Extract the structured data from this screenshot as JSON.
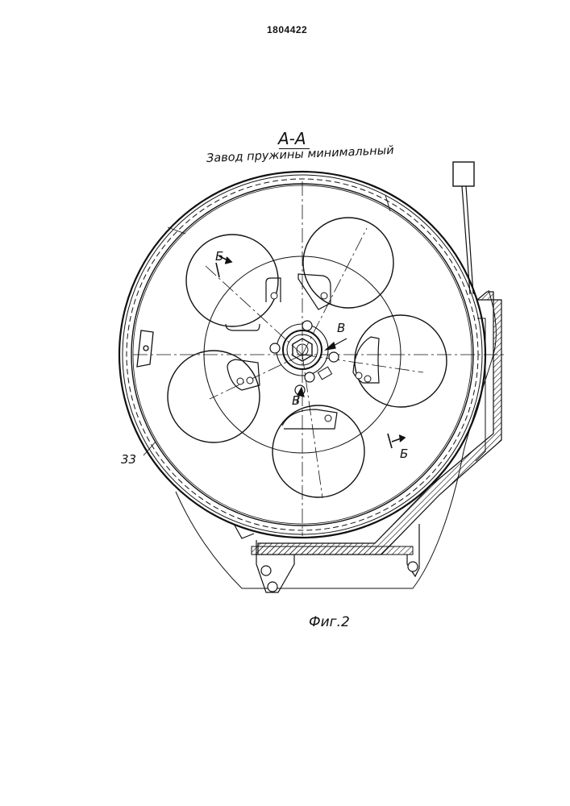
{
  "header": {
    "patent_number": "1804422"
  },
  "drawing": {
    "section_label": "А-А",
    "subtitle": "Завод пружины минимальный",
    "figure_caption": "Фиг.2",
    "labels": {
      "section_b_top": "Б",
      "section_b_bottom": "Б",
      "view_v_right": "В",
      "view_v_bottom": "В",
      "part_33": "33"
    }
  }
}
